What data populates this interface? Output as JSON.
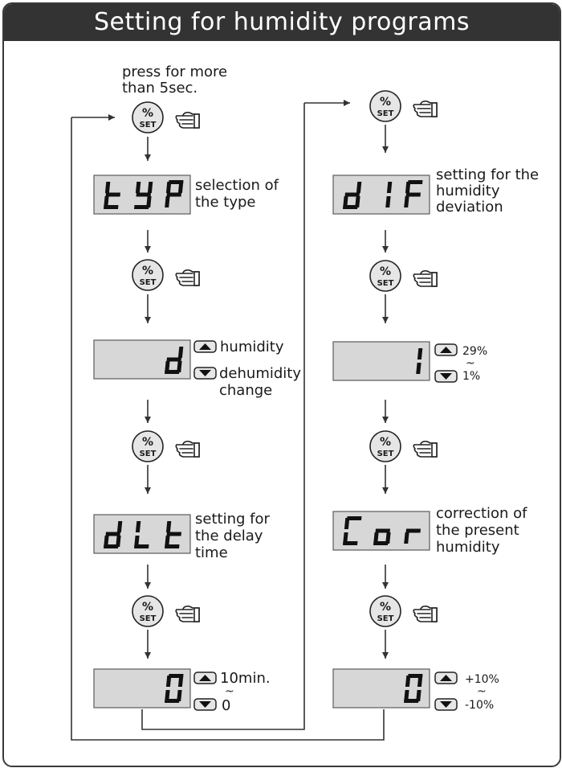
{
  "title": "Setting for humidity programs",
  "press_note": [
    "press for more",
    "than 5sec."
  ],
  "set_button": {
    "top": "%",
    "bottom": "SET"
  },
  "colors": {
    "lcd_fill": "#d7d7d7",
    "line": "#333333",
    "title_bar": "#333333",
    "button_fill": "#e6e6e6"
  },
  "icons": {
    "set_key": "percent-set-key-icon",
    "hand": "pointing-hand-icon",
    "up": "up-arrow-key-icon",
    "down": "down-arrow-key-icon"
  },
  "left_column": {
    "typ": {
      "display": "tYP",
      "label": [
        "selection of",
        "the type"
      ]
    },
    "mode": {
      "display": "d",
      "up_label": "humidity",
      "down_label": [
        "dehumidity",
        "change"
      ]
    },
    "dlt": {
      "display": "dLt",
      "label": [
        "setting for",
        "the delay",
        "time"
      ]
    },
    "dlt_value": {
      "display": "0",
      "max": "10min.",
      "tilde": "~",
      "min": "0"
    }
  },
  "right_column": {
    "dif": {
      "display": "dIF",
      "label": [
        "setting for the",
        "humidity",
        "deviation"
      ]
    },
    "dif_value": {
      "display": "1",
      "max": "29%",
      "tilde": "~",
      "min": "1%"
    },
    "cor": {
      "display": "Cor",
      "label": [
        "correction of",
        "the present",
        "humidity"
      ]
    },
    "cor_value": {
      "display": "0",
      "max": "+10%",
      "tilde": "~",
      "min": "-10%"
    }
  }
}
